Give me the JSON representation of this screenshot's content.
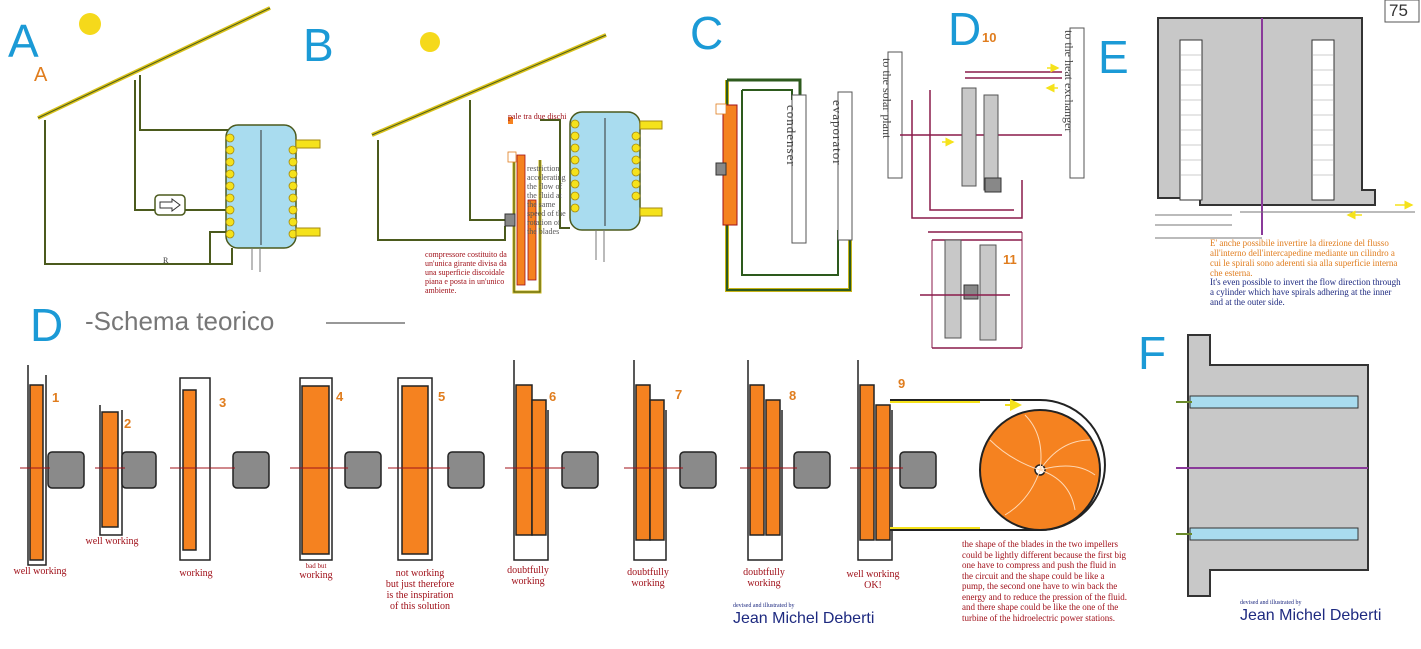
{
  "page_number": "75",
  "sections": {
    "a": {
      "label": "A",
      "sub": "A",
      "r_label": "R"
    },
    "b": {
      "label": "B",
      "note_top": "pale tra due dischi",
      "note_mid": [
        "restriction",
        "accelerating",
        "the flow of",
        "the fluid at",
        "the same",
        "speed of the",
        "rotation of",
        "the blades"
      ],
      "note_bottom": [
        "compressore costituito da",
        "un'unica girante divisa da",
        "una superficie discoidale",
        "piana e posta in un'unico",
        "ambiente."
      ]
    },
    "c": {
      "label": "C",
      "condenser": "condenser",
      "evaporator": "evaporator"
    },
    "d10": {
      "label": "D",
      "sub": "10",
      "solar": "to the solar plant",
      "exchanger": "to the heat exchanger",
      "n11": "11"
    },
    "e": {
      "label": "E",
      "note_it": [
        "E' anche possibile invertire la direzione del flusso",
        "all'interno dell'intercapedine mediante un cilindro a",
        "cui le spirali sono aderenti sia alla superficie interna",
        "che esterna."
      ],
      "note_en": [
        "It's even possible to invert the flow direction through",
        "a cylinder which have spirals adhering at the inner",
        "and at the outer side."
      ]
    },
    "d": {
      "label": "D",
      "title": "-Schema teorico"
    },
    "f": {
      "label": "F"
    }
  },
  "variants": [
    {
      "num": "1",
      "caption": [
        "well working"
      ]
    },
    {
      "num": "2",
      "caption": [
        "well working"
      ]
    },
    {
      "num": "3",
      "caption": [
        "working"
      ]
    },
    {
      "num": "4",
      "caption": [
        "bad but",
        "working"
      ]
    },
    {
      "num": "5",
      "caption": [
        "not working",
        "but just therefore",
        "is the inspiration",
        "of this solution"
      ]
    },
    {
      "num": "6",
      "caption": [
        "doubtfully",
        "working"
      ]
    },
    {
      "num": "7",
      "caption": [
        "doubtfully",
        "working"
      ]
    },
    {
      "num": "8",
      "caption": [
        "doubtfully",
        "working"
      ]
    },
    {
      "num": "9",
      "caption": [
        "well working",
        "OK!"
      ]
    }
  ],
  "impeller_note": [
    "the shape of the blades in the two impellers",
    "could be lightly different because the first big",
    "one have to compress and push the fluid in",
    "the circuit and the shape could be like a",
    "pump, the second one have to win back the",
    "energy and to reduce the pression of the fluid.",
    "and there shape could be like the one of the",
    "turbine of the hidroelectric power stations."
  ],
  "credits": [
    {
      "small": "devised and illustrated by",
      "name": "Jean Michel Deberti"
    },
    {
      "small": "devised and illustrated by",
      "name": "Jean Michel Deberti"
    }
  ],
  "colors": {
    "blue": "#1b9ad6",
    "orange": "#f58220",
    "tank": "#a9dcef",
    "coil": "#f5e21b",
    "pipe": "#4b5a1d",
    "grey": "#c8c8c8",
    "red": "#a0111a",
    "navy": "#1e2a80"
  }
}
